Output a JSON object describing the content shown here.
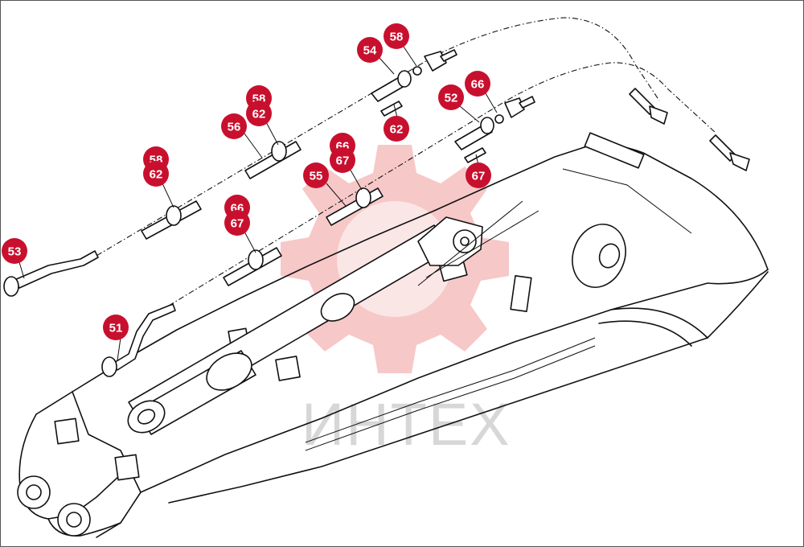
{
  "watermark": {
    "text": "ИНТЕХ",
    "gear_color": "#e33b3b",
    "text_color": "#c9c9c9"
  },
  "callout_style": {
    "fill": "#c8102e",
    "text_color": "#ffffff"
  },
  "callouts": [
    {
      "id": "c-54",
      "label": "54"
    },
    {
      "id": "c-58",
      "label": "58"
    },
    {
      "id": "c-66-top",
      "label": "66"
    },
    {
      "id": "c-52",
      "label": "52"
    },
    {
      "id": "c-62-mid",
      "label": "62"
    },
    {
      "id": "c-67-right",
      "label": "67"
    },
    {
      "id": "c-58-hidden",
      "label": "58"
    },
    {
      "id": "c-62-upper",
      "label": "62"
    },
    {
      "id": "c-56",
      "label": "56"
    },
    {
      "id": "c-66-hidden-center",
      "label": "66"
    },
    {
      "id": "c-67-center",
      "label": "67"
    },
    {
      "id": "c-55",
      "label": "55"
    },
    {
      "id": "c-58-hidden-left",
      "label": "58"
    },
    {
      "id": "c-62-left",
      "label": "62"
    },
    {
      "id": "c-66-hidden-lower",
      "label": "66"
    },
    {
      "id": "c-67-lower",
      "label": "67"
    },
    {
      "id": "c-53",
      "label": "53"
    },
    {
      "id": "c-51",
      "label": "51"
    }
  ]
}
